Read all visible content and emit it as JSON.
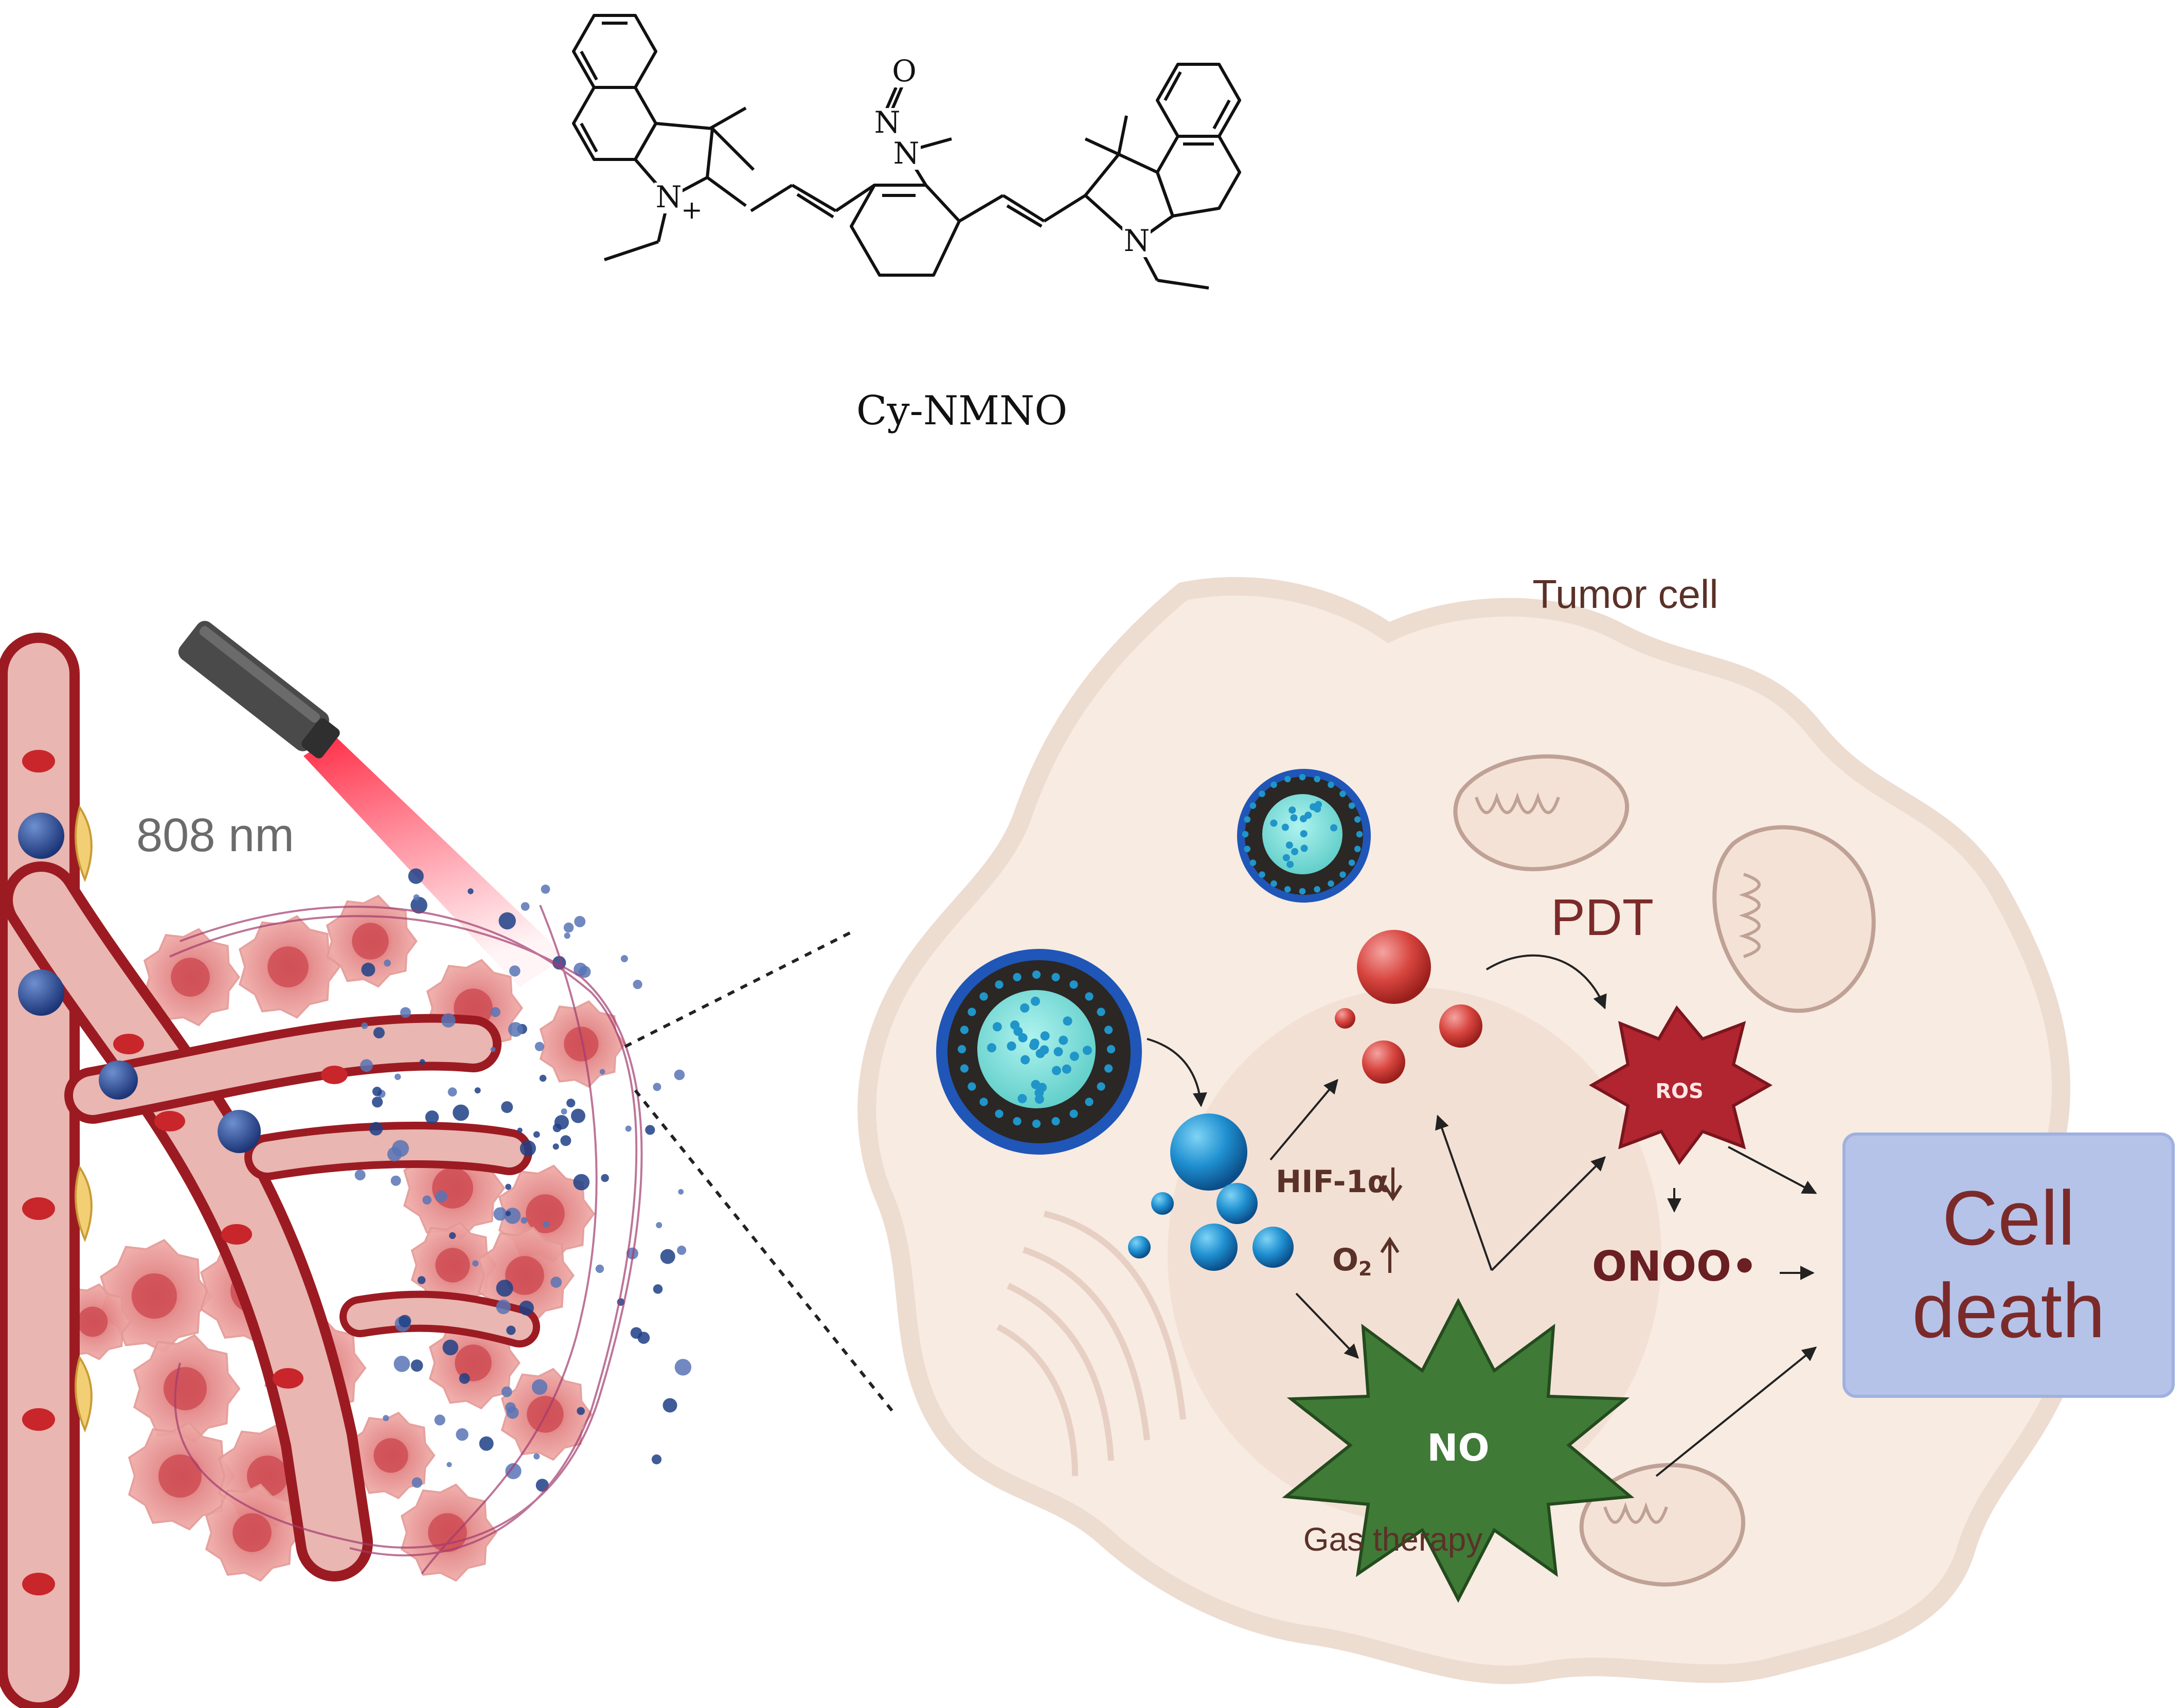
{
  "molecule": {
    "name": "Cy-NMNO",
    "atoms": {
      "nitroso_o": "O",
      "nitroso_n": "N",
      "amine_n": "N",
      "left_indole_n": "N",
      "left_charge": "+",
      "right_indole_n": "N"
    }
  },
  "left_panel": {
    "laser_label": "808 nm",
    "laser_color": "#e0162b",
    "vessel_color": "#9c1b22",
    "nanoparticle_color": "#1f3f86"
  },
  "right_panel": {
    "cell_label": "Tumor cell",
    "pdt_label": "PDT",
    "ros_label": "ROS",
    "hif_label": "HIF-1α",
    "o2_label": "O",
    "o2_subscript": "2",
    "no_label": "NO",
    "onoo_label": "ONOO•",
    "gas_label": "Gas therapy",
    "death_label_line1": "Cell",
    "death_label_line2": "death",
    "colors": {
      "cell_fill": "#f6e8df",
      "ros_fill": "#b0252f",
      "no_fill": "#3f7a36",
      "death_box": "#b6c3e9",
      "death_text": "#7b2a2a",
      "label_brown": "#5a3128"
    }
  }
}
